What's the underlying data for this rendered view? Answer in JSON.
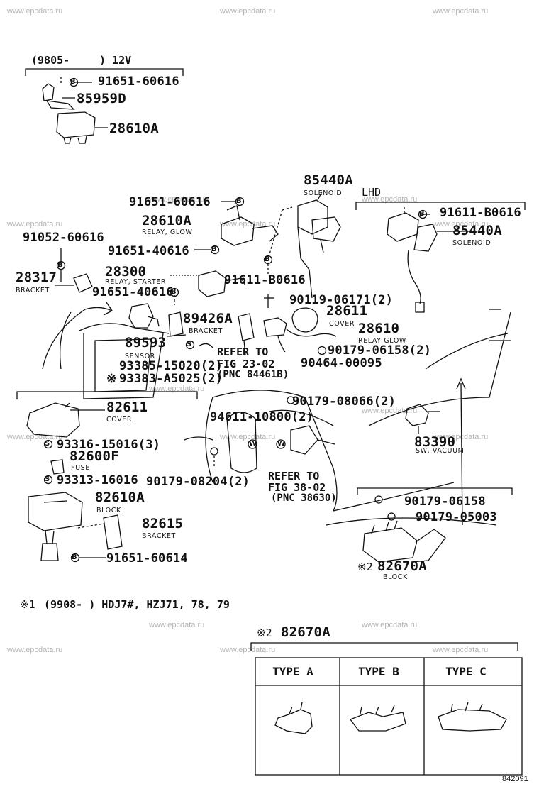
{
  "watermark": "www.epcdata.ru",
  "top_group": {
    "range": "(9805-",
    "voltage": ")  12V"
  },
  "parts": {
    "p_91651_60616_a": "91651-60616",
    "p_85959D": "85959D",
    "p_28610A_a": "28610A",
    "p_85440A_a": "85440A",
    "p_91651_60616_b": "91651-60616",
    "p_28610A_b": "28610A",
    "p_91052_60616": "91052-60616",
    "p_91651_40616_a": "91651-40616",
    "p_28317": "28317",
    "p_28300": "28300",
    "p_91651_40616_b": "91651-40616",
    "p_91611_B0616_a": "91611-B0616",
    "p_91611_B0616_b": "91611-B0616",
    "p_85440A_b": "85440A",
    "p_90119_06171": "90119-06171(2)",
    "p_89426A": "89426A",
    "p_28611": "28611",
    "p_28610": "28610",
    "p_89593": "89593",
    "p_90179_06158_a": "90179-06158(2)",
    "p_93385_15020": "93385-15020(2)",
    "p_90464_00095": "90464-00095",
    "p_93383_A5025": "93383-A5025(2)",
    "p_82611": "82611",
    "p_90179_08066": "90179-08066(2)",
    "p_94611_10800": "94611-10800(2)",
    "p_93316_15016": "93316-15016(3)",
    "p_82600F": "82600F",
    "p_83390": "83390",
    "p_93313_16016": "93313-16016",
    "p_90179_08204": "90179-08204(2)",
    "p_82610A": "82610A",
    "p_90179_06158_b": "90179-06158",
    "p_90179_05003": "90179-05003",
    "p_82615": "82615",
    "p_91651_60614": "91651-60614",
    "p_82670A_a": "82670A",
    "p_82670A_b": "82670A"
  },
  "labels": {
    "solenoid_a": "SOLENOID",
    "lhd": "LHD",
    "relay_glow_a": "RELAY, GLOW",
    "solenoid_b": "SOLENOID",
    "relay_starter": "RELAY, STARTER",
    "bracket_a": "BRACKET",
    "bracket_b": "BRACKET",
    "cover_a": "COVER",
    "relay_glow_b": "RELAY GLOW",
    "sensor": "SENSOR",
    "refer_a_1": "REFER TO",
    "refer_a_2": "FIG 23-02",
    "refer_a_3": "(PNC 84461B)",
    "cover_b": "COVER",
    "fuse": "FUSE",
    "sw_vacuum": "SW, VACUUM",
    "refer_b_1": "REFER TO",
    "refer_b_2": "FIG 38-02",
    "refer_b_3": "(PNC 38630)",
    "block_a": "BLOCK",
    "bracket_c": "BRACKET",
    "block_b": "BLOCK"
  },
  "marks": {
    "star1": "※1",
    "star2": "※2",
    "star2b": "※2",
    "star_p": "※"
  },
  "note": "(9908-        ) HDJ7#, HZJ71, 78, 79",
  "types": [
    "TYPE  A",
    "TYPE  B",
    "TYPE  C"
  ],
  "figure_number": "842091"
}
